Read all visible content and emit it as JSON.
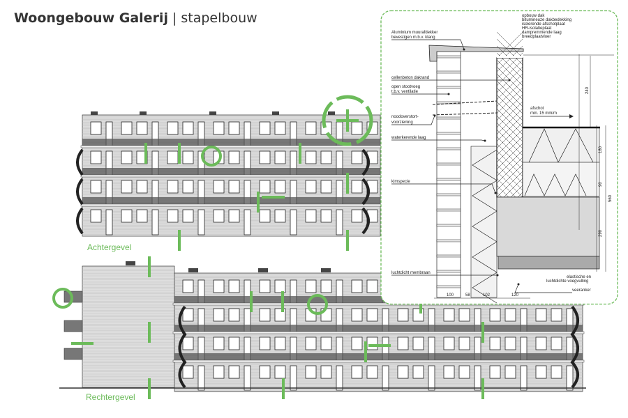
{
  "header": {
    "title_bold": "Woongebouw Galerij",
    "separator": "|",
    "title_sub": "stapelbouw"
  },
  "elevations": {
    "rear_label": "Achtergevel",
    "right_label": "Rechtergevel"
  },
  "colors": {
    "accent": "#6cbb5a",
    "line": "#333333",
    "facade": "#d8d8d8"
  },
  "detail": {
    "roof_build_up": [
      "opbouw dak",
      "bitumineuze dakbedekking",
      "isolerende afschotplaat",
      "HR-isolatieplaat",
      "dampremmende laag",
      "breedplaatvloer"
    ],
    "wall_cap": [
      "Aluminium muurafdekker",
      "bevestigen m.b.v. klang"
    ],
    "parapet": "cellenbeton dakrand",
    "vent": [
      "open stootvoeg",
      "t.b.v. ventilatie"
    ],
    "overflow": [
      "noodoverstort-",
      "voorziening"
    ],
    "waterproof": "waterkerende laag",
    "slope": [
      "afschot",
      "min. 15 mm/m"
    ],
    "bedding": "kimspecie",
    "membrane": "luchtdicht membraan",
    "joint": [
      "elastische en",
      "luchtdichte voegvulling"
    ],
    "tie": "veeranker",
    "dims_bottom": [
      "100",
      "58",
      "102",
      "120"
    ],
    "dims_right": [
      "240",
      "180",
      "90",
      "560",
      "290"
    ]
  }
}
